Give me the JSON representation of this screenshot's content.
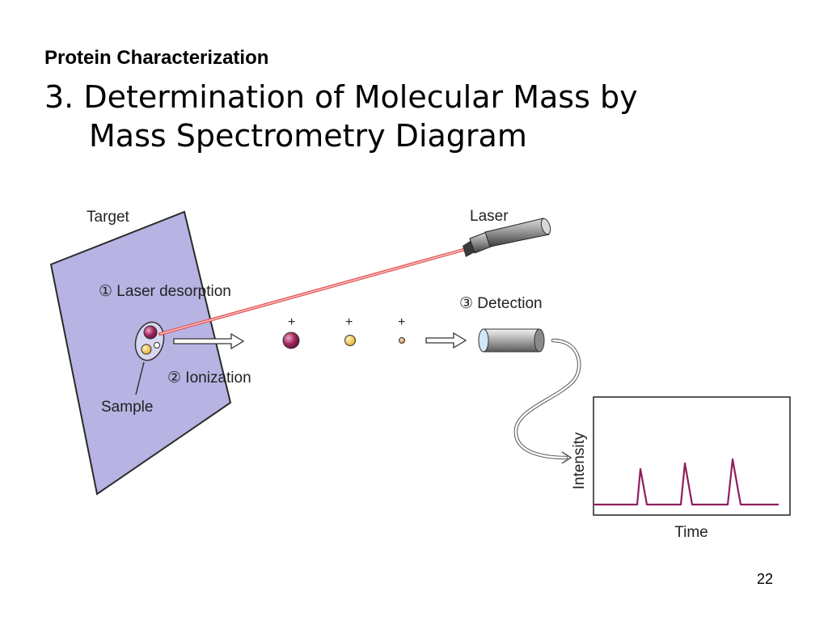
{
  "slide": {
    "subtitle": "Protein Characterization",
    "title_line1": "3. Determination of Molecular Mass by",
    "title_line2": "Mass Spectrometry Diagram",
    "page_number": "22"
  },
  "diagram": {
    "target_label": "Target",
    "laser_label": "Laser",
    "step1_label": "① Laser desorption",
    "step2_label": "② Ionization",
    "step3_label": "③ Detection",
    "sample_label": "Sample",
    "ion_charge": "+",
    "graph_y_label": "Intensity",
    "graph_x_label": "Time",
    "colors": {
      "target_fill": "#b7b3e3",
      "laser_beam": "#e35a5a",
      "large_ion": "#a0285a",
      "medium_ion": "#f2c64a",
      "small_ion": "#e8a66a",
      "signal_trace": "#8f1f5c"
    }
  }
}
